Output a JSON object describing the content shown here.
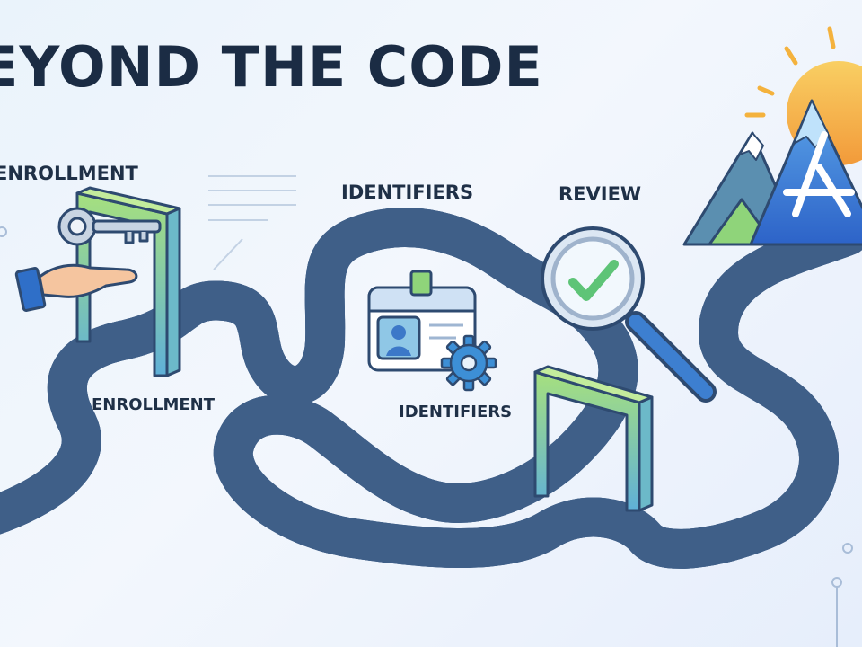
{
  "title": "EYOND THE CODE",
  "stages": {
    "enrollment_top": "ENROLLMENT",
    "enrollment_bottom": "ENROLLMENT",
    "identifiers_top": "IDENTIFIERS",
    "identifiers_bottom": "IDENTIFIERS",
    "review": "REVIEW"
  },
  "colors": {
    "road": "#bcd5ee",
    "road_edge": "#3f5f88",
    "gate_green": "#8fd47a",
    "accent_blue": "#2f7dd8",
    "title": "#1b2c44",
    "sun": "#f6b94a"
  },
  "icons": [
    "key-icon",
    "hand-icon",
    "id-badge-icon",
    "gear-icon",
    "magnifier-icon",
    "checkmark-icon",
    "app-store-icon",
    "sun-icon"
  ]
}
